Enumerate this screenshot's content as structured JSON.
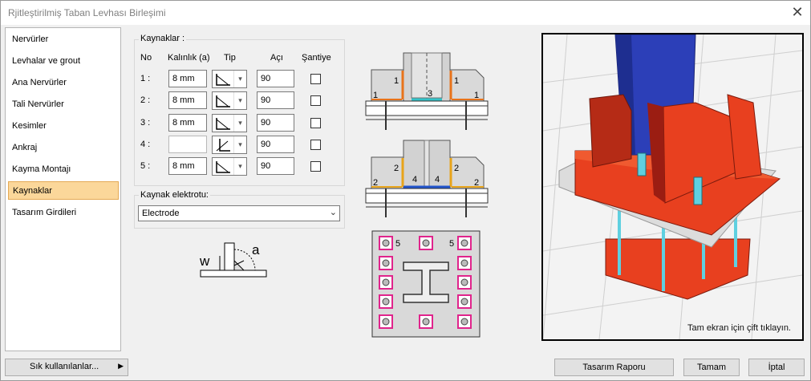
{
  "window": {
    "title": "Rjitleştirilmiş Taban Levhası Birleşimi",
    "close": "✕"
  },
  "sidebar": {
    "items": [
      {
        "label": "Nervürler"
      },
      {
        "label": "Levhalar ve grout"
      },
      {
        "label": "Ana Nervürler"
      },
      {
        "label": "Tali Nervürler"
      },
      {
        "label": "Kesimler"
      },
      {
        "label": "Ankraj"
      },
      {
        "label": "Kayma Montajı"
      },
      {
        "label": "Kaynaklar"
      },
      {
        "label": "Tasarım Girdileri"
      }
    ],
    "active_index": 7
  },
  "welds": {
    "group_title": "Kaynaklar :",
    "headers": {
      "no": "No",
      "thickness": "Kalınlık (a)",
      "type": "Tip",
      "angle": "Açı",
      "site": "Şantiye"
    },
    "rows": [
      {
        "no": "1 :",
        "thickness": "8 mm",
        "angle": "90",
        "site": false,
        "type_icon": "fillet-weld-icon"
      },
      {
        "no": "2 :",
        "thickness": "8 mm",
        "angle": "90",
        "site": false,
        "type_icon": "fillet-weld-icon"
      },
      {
        "no": "3 :",
        "thickness": "8 mm",
        "angle": "90",
        "site": false,
        "type_icon": "fillet-weld-icon"
      },
      {
        "no": "4 :",
        "thickness": "",
        "angle": "90",
        "site": false,
        "type_icon": "bevel-weld-icon"
      },
      {
        "no": "5 :",
        "thickness": "8 mm",
        "angle": "90",
        "site": false,
        "type_icon": "fillet-weld-icon"
      }
    ]
  },
  "electrode": {
    "group_title": "Kaynak elektrotu:",
    "value": "Electrode"
  },
  "weld_symbol": {
    "w": "w",
    "a": "a"
  },
  "diagrams": {
    "top_labels": {
      "left_1": "1",
      "mid_3": "3",
      "right_1": "1",
      "base_left_1": "1",
      "base_right_1": "1"
    },
    "mid_labels": {
      "left_2": "2",
      "left_4": "4",
      "right_4": "4",
      "right_2": "2",
      "base_left_2": "2",
      "base_right_2": "2"
    },
    "plan_labels": {
      "left_5": "5",
      "right_5": "5"
    }
  },
  "view3d": {
    "hint": "Tam ekran için çift tıklayın."
  },
  "footer": {
    "favorites": "Sık kullanılanlar...",
    "report": "Tasarım Raporu",
    "ok": "Tamam",
    "cancel": "İptal"
  },
  "colors": {
    "accent_selected": "#fbd79a",
    "column_blue": "#2c3fb8",
    "plate_red": "#e8401f",
    "rib_dark_red": "#9b1d12",
    "grout_gray": "#d9d9d9",
    "anchor_cyan": "#5fd0e0",
    "weld_orange": "#e8731a",
    "weld_blue": "#2255cc",
    "weld_cyan": "#33c3c8",
    "weld_magenta": "#e0248c"
  }
}
